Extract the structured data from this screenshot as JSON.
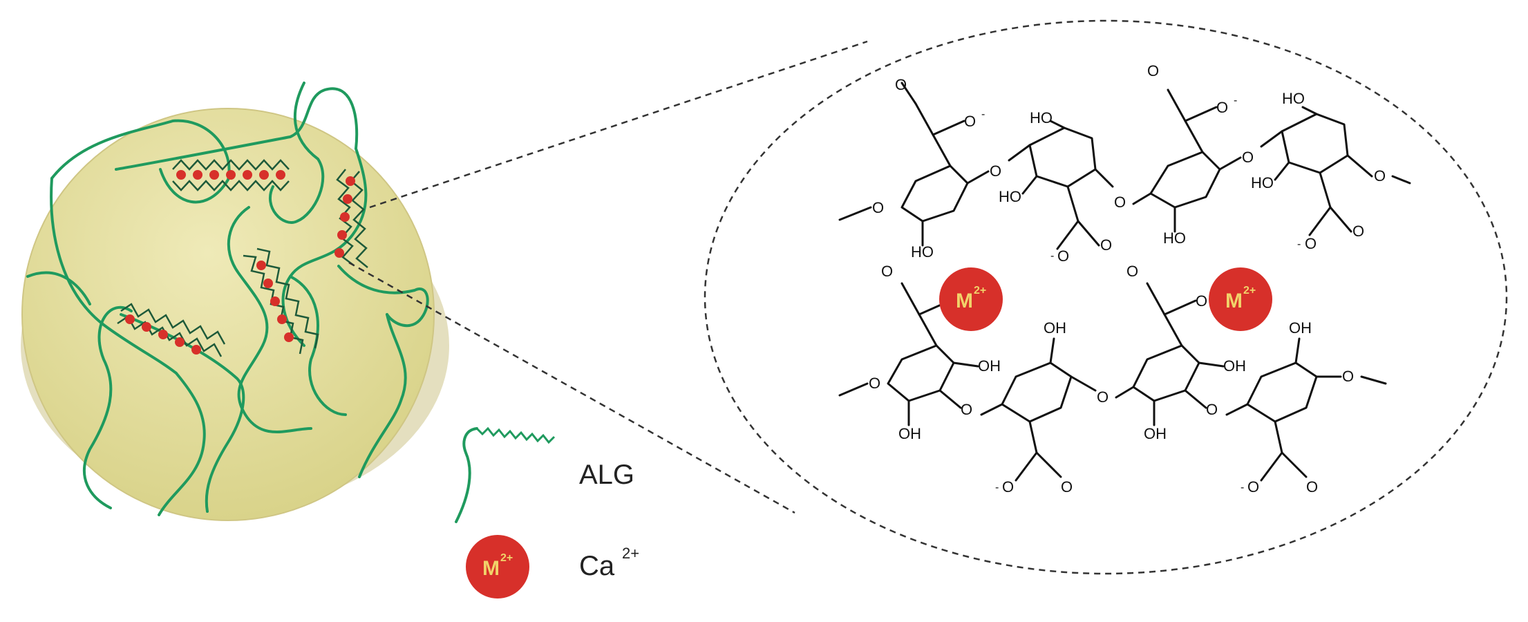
{
  "colors": {
    "bead_fill": "#e6e2a6",
    "bead_edge": "#c9c17a",
    "chain": "#1f9a5e",
    "zipper": "#1e5a3a",
    "ion": "#d7302a",
    "ion_text": "#f1d36a",
    "bond": "#111111"
  },
  "icons": {
    "chain": "alginate-chain-icon",
    "ion": "metal-ion-icon"
  },
  "ion_label": {
    "base": "M",
    "charge": "2+"
  },
  "legend": {
    "chain_label": "ALG",
    "ion_label": "Ca",
    "ion_charge": "2+"
  },
  "structure_labels": {
    "ho": "HO",
    "oh": "OH",
    "o": "O",
    "o_minus": "O",
    "minus": "-"
  }
}
